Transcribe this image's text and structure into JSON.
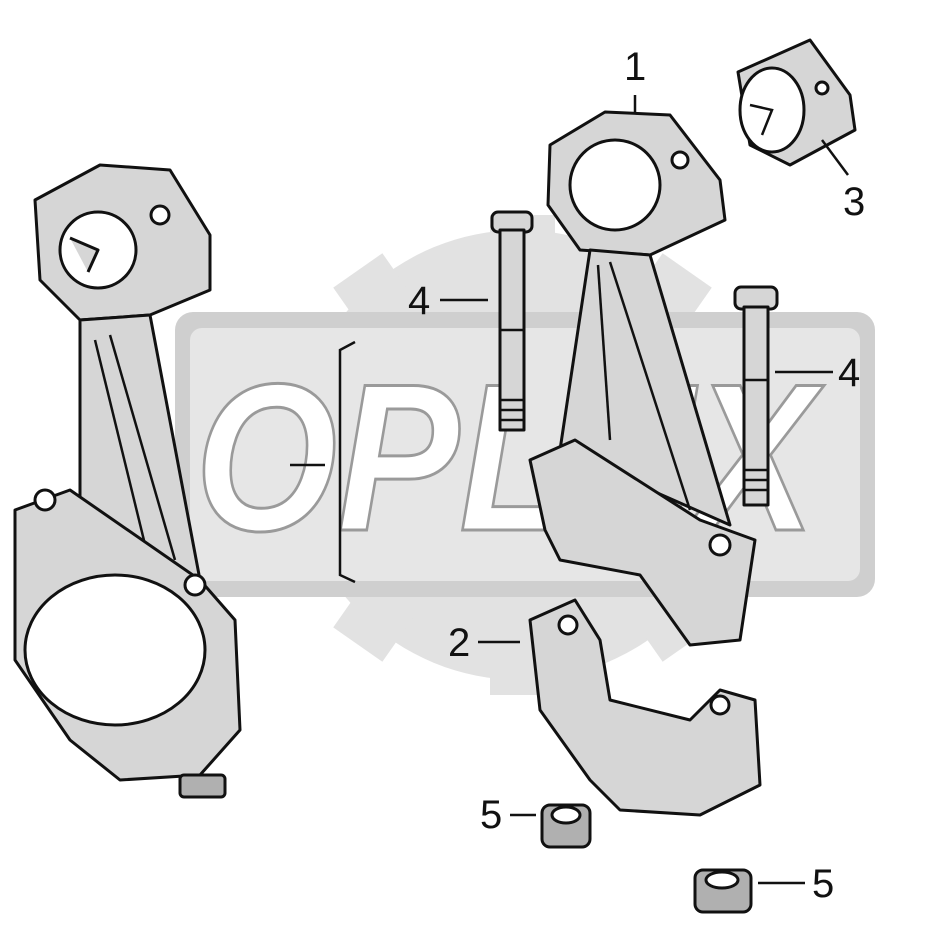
{
  "watermark": {
    "text": "OPLEX"
  },
  "callouts": [
    {
      "id": "c1",
      "label": "1"
    },
    {
      "id": "c2",
      "label": "2"
    },
    {
      "id": "c3",
      "label": "3"
    },
    {
      "id": "c4a",
      "label": "4"
    },
    {
      "id": "c4b",
      "label": "4"
    },
    {
      "id": "c5a",
      "label": "5"
    },
    {
      "id": "c5b",
      "label": "5"
    }
  ],
  "colors": {
    "line": "#111111",
    "part_fill": "#d6d6d6",
    "watermark_fill": "#e2e2e2"
  }
}
